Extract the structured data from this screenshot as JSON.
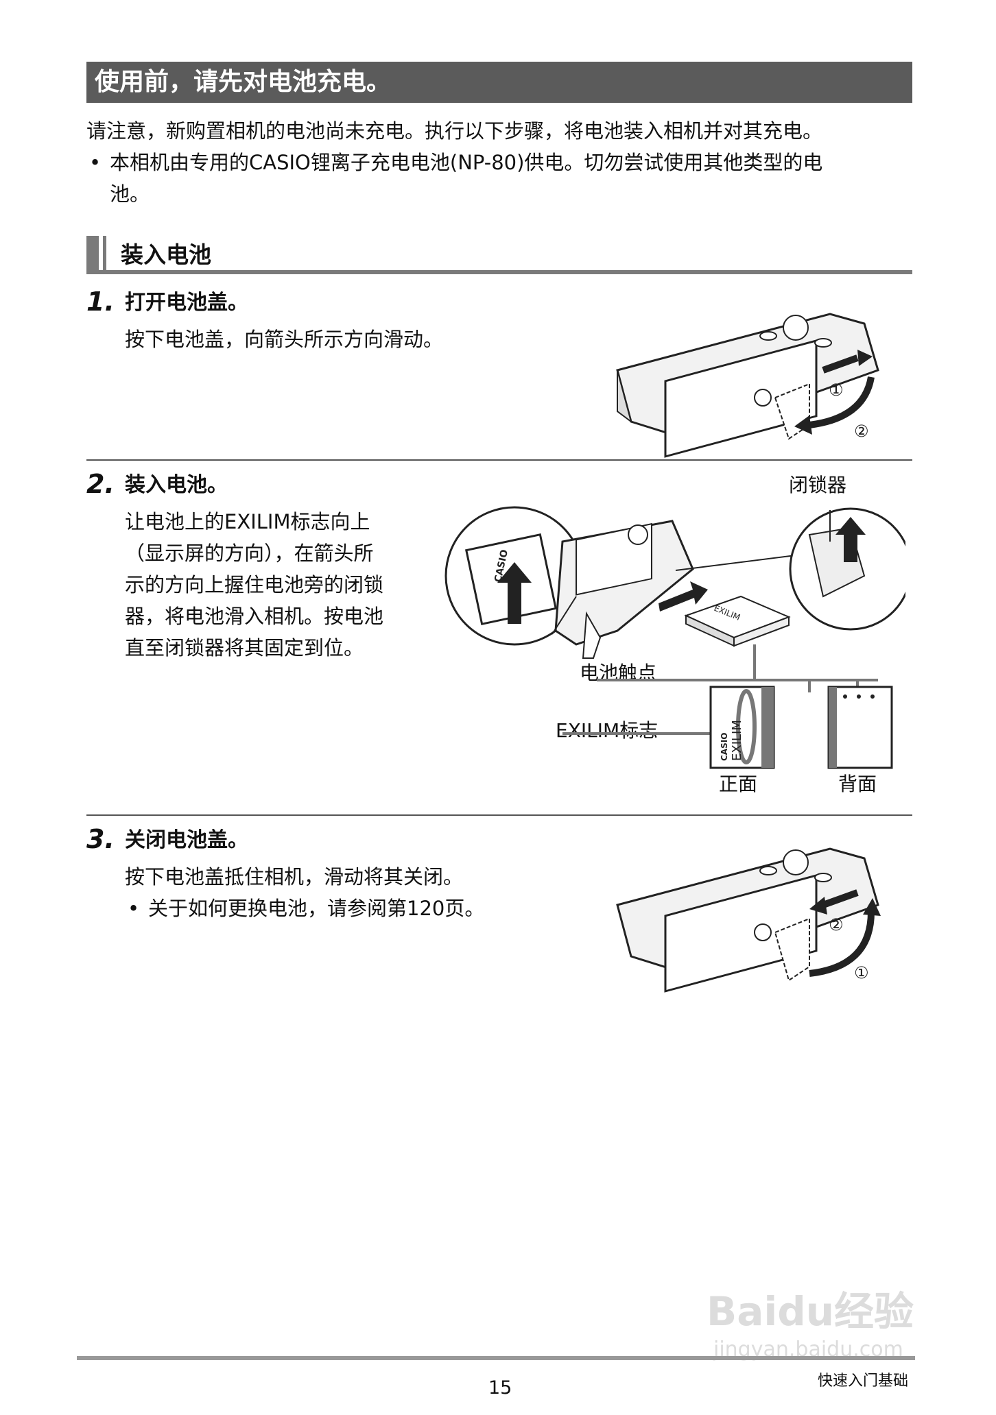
{
  "header": {
    "title": "使用前，请先对电池充电。"
  },
  "intro": {
    "line1": "请注意，新购置相机的电池尚未充电。执行以下步骤，将电池装入相机并对其充电。",
    "bullet": "•",
    "bullet_line1": "本相机由专用的CASIO锂离子充电电池(NP-80)供电。切勿尝试使用其他类型的电",
    "bullet_line2": "池。"
  },
  "section": {
    "title": "装入电池"
  },
  "steps": [
    {
      "num": "1.",
      "title": "打开电池盖。",
      "lines": [
        "按下电池盖，向箭头所示方向滑动。"
      ],
      "circle_a": "①",
      "circle_b": "②"
    },
    {
      "num": "2.",
      "title": "装入电池。",
      "lines": [
        "让电池上的EXILIM标志向上",
        "（显示屏的方向），在箭头所",
        "示的方向上握住电池旁的闭锁",
        "器，将电池滑入相机。按电池",
        "直至闭锁器将其固定到位。"
      ]
    },
    {
      "num": "3.",
      "title": "关闭电池盖。",
      "lines": [
        "按下电池盖抵住相机，滑动将其关闭。"
      ],
      "bullet": "•",
      "bullet_text": "关于如何更换电池，请参阅第120页。",
      "circle_a": "②",
      "circle_b": "①"
    }
  ],
  "figure2": {
    "latch_label": "闭锁器",
    "contacts_label": "电池触点",
    "logo_label": "EXILIM标志",
    "front_label": "正面",
    "back_label": "背面",
    "battery_brand": "CASIO",
    "battery_logo": "EXILIM"
  },
  "footer": {
    "page_number": "15",
    "section_name": "快速入门基础"
  },
  "watermark": {
    "text1": "Baidu经验",
    "text2": "jingyan.baidu.com"
  }
}
